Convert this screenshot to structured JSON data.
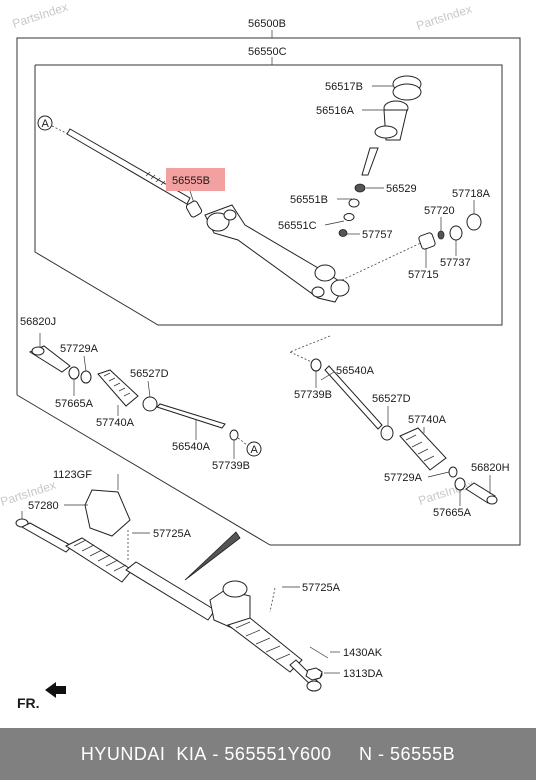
{
  "watermark": "PartsIndex",
  "labels": {
    "assembly": "56500B",
    "sub_assembly": "56550C",
    "p56517B": "56517B",
    "p56516A": "56516A",
    "p56555B": "56555B",
    "p56551B": "56551B",
    "p56529": "56529",
    "p57718A": "57718A",
    "p57720": "57720",
    "p56551C": "56551C",
    "p57757": "57757",
    "p57737": "57737",
    "p57715": "57715",
    "p56820J": "56820J",
    "p57729A_l": "57729A",
    "p56527D_l": "56527D",
    "p57665A_l": "57665A",
    "p57740A_l": "57740A",
    "p56540A_l": "56540A",
    "p57739B_l": "57739B",
    "p56540A_r": "56540A",
    "p57739B_r": "57739B",
    "p56527D_r": "56527D",
    "p57740A_r": "57740A",
    "p56820H": "56820H",
    "p57729A_r": "57729A",
    "p57665A_r": "57665A",
    "p1123GF": "1123GF",
    "p57280": "57280",
    "p57725A_l": "57725A",
    "p57725A_r": "57725A",
    "p1430AK": "1430AK",
    "p1313DA": "1313DA",
    "callout_a": "A",
    "front": "FR."
  },
  "highlight_color": "#f2a0a0",
  "footer": {
    "brand": "HYUNDAI  KIA",
    "oem": "565551Y600",
    "part_number": "N - 56555B"
  }
}
